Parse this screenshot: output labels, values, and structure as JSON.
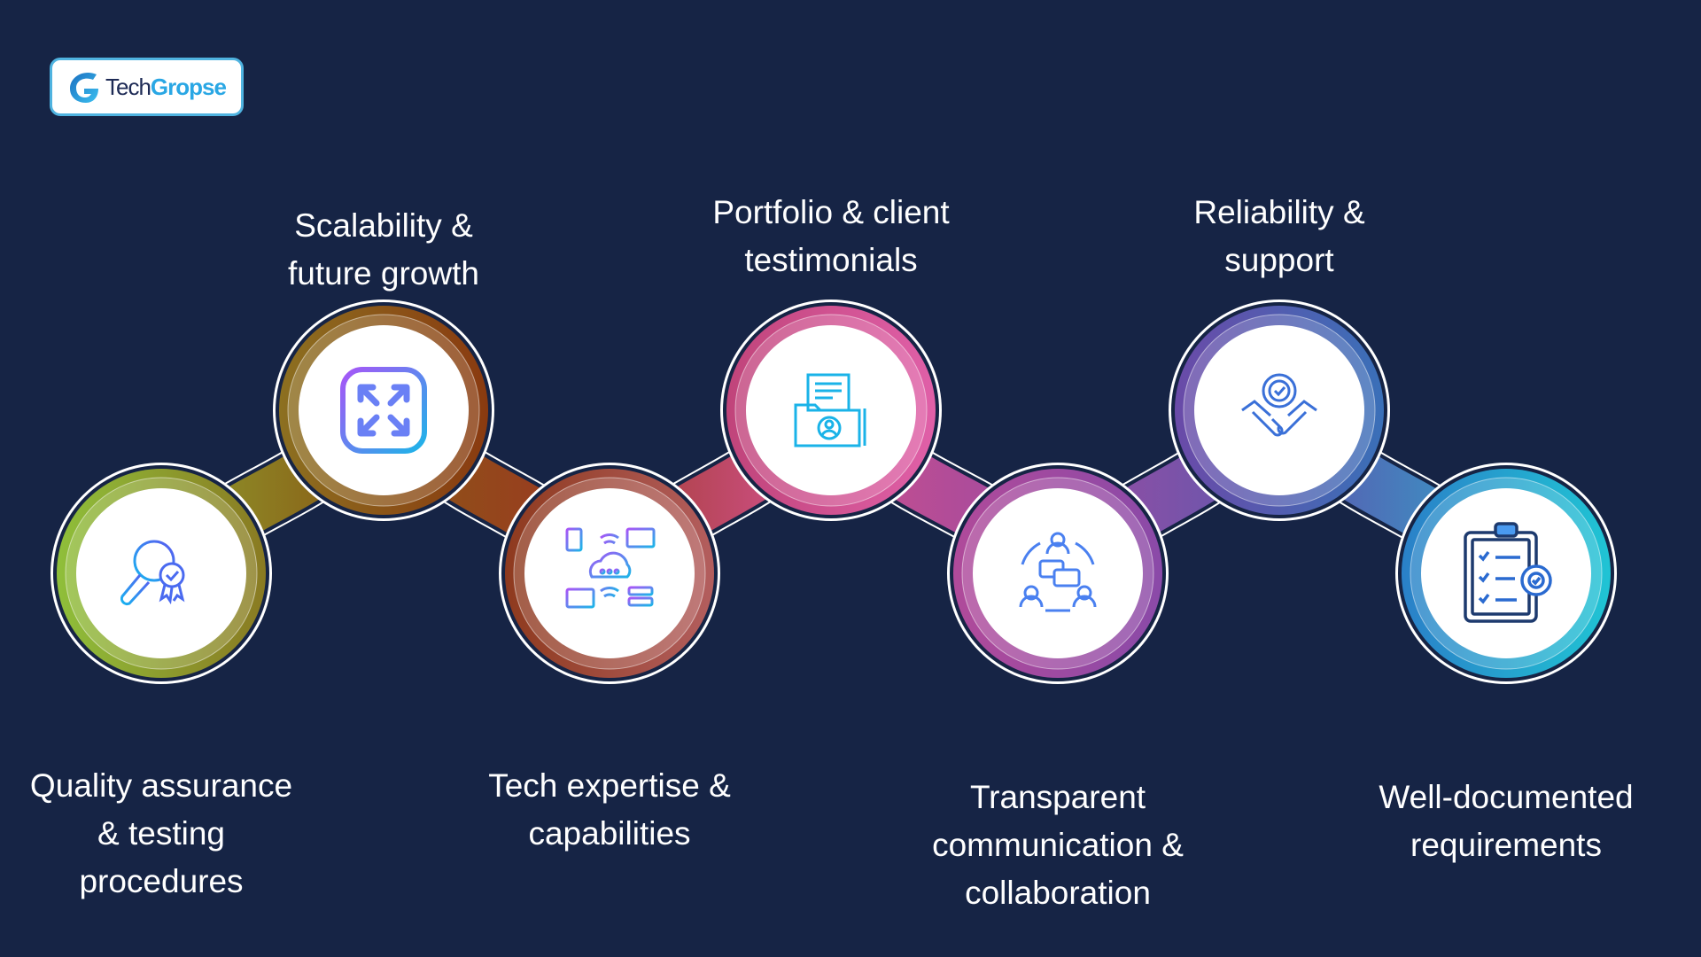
{
  "logo": {
    "part1": "Tech",
    "part2": "Gropse"
  },
  "steps": [
    {
      "label_lines": [
        "Quality assurance",
        "& testing",
        "procedures"
      ],
      "icon": "quality-search-award-icon",
      "colors": [
        "#8fbf3a",
        "#8a7a22"
      ]
    },
    {
      "label_lines": [
        "Scalability &",
        "future growth"
      ],
      "icon": "expand-arrows-icon",
      "colors": [
        "#8c7020",
        "#8a3a10"
      ]
    },
    {
      "label_lines": [
        "Tech expertise &",
        "capabilities"
      ],
      "icon": "cloud-network-devices-icon",
      "colors": [
        "#8e3a1e",
        "#b35e5e"
      ]
    },
    {
      "label_lines": [
        "Portfolio & client",
        "testimonials"
      ],
      "icon": "portfolio-folder-icon",
      "colors": [
        "#c0447a",
        "#e060a8"
      ]
    },
    {
      "label_lines": [
        "Transparent",
        "communication &",
        "collaboration"
      ],
      "icon": "team-communication-icon",
      "colors": [
        "#b04a9a",
        "#8a4aa8"
      ]
    },
    {
      "label_lines": [
        "Reliability &",
        "support"
      ],
      "icon": "handshake-badge-icon",
      "colors": [
        "#6a4aa8",
        "#3a70b8"
      ]
    },
    {
      "label_lines": [
        "Well-documented",
        "requirements"
      ],
      "icon": "checklist-gear-icon",
      "colors": [
        "#2a80c8",
        "#20c4d4"
      ]
    }
  ]
}
